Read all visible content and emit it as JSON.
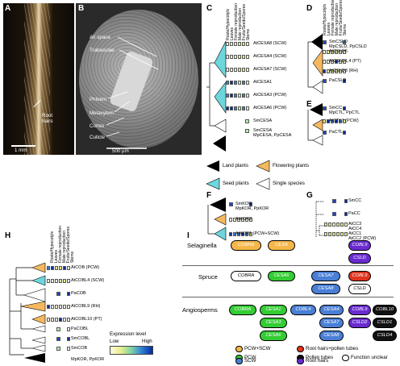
{
  "panels": {
    "a": "A",
    "b": "B",
    "c": "C",
    "d": "D",
    "e": "E",
    "f": "F",
    "g": "G",
    "h": "H",
    "i": "I"
  },
  "photo_a": {
    "root_hairs": "Root\nhairs",
    "scale": "1 mm"
  },
  "photo_b": {
    "air_space": "Air space",
    "trabeculae": "Trabeculae",
    "phloem": "Phloem",
    "metaxylem": "Metaxylem",
    "cortex": "Cortex",
    "cuticle": "Cuticle",
    "scale": "500 µm"
  },
  "tissue_columns": [
    "Roots/Hypocotyls",
    "Leaves",
    "Female reproduction",
    "Male reproduction",
    "Fruits/Seeds/Spores",
    "Stems"
  ],
  "panel_c_rows": [
    {
      "label": "AtCESA8 (SCW)",
      "cells": [
        0,
        0,
        0,
        1,
        1,
        0
      ]
    },
    {
      "label": "AtCESA4 (SCW)",
      "cells": [
        0,
        0,
        0,
        1,
        1,
        0
      ]
    },
    {
      "label": "AtCESA7 (SCW)",
      "cells": [
        0,
        0,
        0,
        1,
        1,
        0
      ]
    },
    {
      "label": "AtCESA1",
      "cells": [
        2,
        3,
        2,
        1,
        2,
        0
      ]
    },
    {
      "label": "AtCESA3 (PCW)",
      "cells": [
        2,
        3,
        2,
        1,
        2,
        0
      ]
    },
    {
      "label": "AtCESA6 (PCW)",
      "cells": [
        3,
        3,
        2,
        1,
        2,
        0
      ]
    },
    {
      "label": "SmCESA",
      "cells": [
        -1,
        -1,
        -1,
        -1,
        -1,
        0
      ]
    },
    {
      "label": "SmCESA\nMpCESA, PpCESA",
      "cells": [
        -1,
        -1,
        -1,
        -1,
        -1,
        1
      ]
    }
  ],
  "panel_d_rows": [
    {
      "label": "SmCSLD\nMpCSLD, PpCSLD",
      "cells": [
        -1,
        -1,
        -1,
        -1,
        -1,
        2
      ]
    },
    {
      "label": "AtCSLD5",
      "cells": [
        0,
        1,
        1,
        1,
        0,
        0
      ]
    },
    {
      "label": "AtCSLD1,4 (PT)",
      "cells": [
        0,
        0,
        0,
        3,
        0,
        0
      ]
    },
    {
      "label": "AtCSLD3 (RH)",
      "cells": [
        3,
        1,
        1,
        1,
        0,
        0
      ]
    },
    {
      "label": "PaCSLD",
      "cells": [
        -1,
        -1,
        -1,
        -1,
        -1,
        3
      ]
    }
  ],
  "panel_e_rows": [
    {
      "label": "SmCC\nMpCTL, PpCTL",
      "cells": [
        -1,
        -1,
        -1,
        -1,
        -1,
        3
      ]
    },
    {
      "label": "AtCTL1 (PCW)",
      "cells": [
        1,
        3,
        2,
        3,
        2,
        1
      ]
    },
    {
      "label": "PaCTL",
      "cells": [
        -1,
        -1,
        -1,
        -1,
        -1,
        3
      ]
    }
  ],
  "panel_f_rows": [
    {
      "label": "SmKOR\nMpKOR, PpKOR",
      "cells": [
        -1,
        -1,
        -1,
        -1,
        -1,
        3
      ]
    },
    {
      "label": "AtKOR2",
      "cells": [
        0,
        0,
        0,
        0,
        0,
        0
      ]
    },
    {
      "label": "AtKOR1 (PCW+SCW)",
      "cells": [
        3,
        2,
        2,
        3,
        2,
        1
      ]
    }
  ],
  "panel_g_rows": [
    {
      "label": "SmCC",
      "cells": [
        -1,
        -1,
        -1,
        -1,
        -1,
        3
      ]
    },
    {
      "label": "PaCC",
      "cells": [
        -1,
        -1,
        -1,
        -1,
        -1,
        3
      ]
    },
    {
      "label": "AtCC3\nAtCC4",
      "cells": [
        1,
        1,
        0,
        1,
        1,
        0
      ]
    },
    {
      "label": "AtCC1\nAtCC2 (PCW)",
      "cells": [
        1,
        1,
        1,
        1,
        1,
        1
      ]
    }
  ],
  "panel_h_rows": [
    {
      "label": "AtCOB (PCW)",
      "cells": [
        2,
        3,
        1,
        1,
        3,
        0
      ]
    },
    {
      "label": "AtCOBL4 (SCW)",
      "cells": [
        0,
        0,
        0,
        1,
        1,
        0
      ]
    },
    {
      "label": "PaCOB",
      "cells": [
        -1,
        -1,
        -1,
        -1,
        -1,
        3
      ]
    },
    {
      "label": "AtCOBL9 (RH)",
      "cells": [
        3,
        0,
        0,
        0,
        0,
        0
      ]
    },
    {
      "label": "AtCOBL10 (PT)",
      "cells": [
        0,
        0,
        0,
        3,
        0,
        0
      ]
    },
    {
      "label": "PaCOBL",
      "cells": [
        -1,
        -1,
        -1,
        -1,
        -1,
        0
      ]
    },
    {
      "label": "SmCOBL",
      "cells": [
        -1,
        -1,
        -1,
        -1,
        -1,
        3
      ]
    },
    {
      "label": "SmCOB",
      "cells": [
        -1,
        -1,
        -1,
        -1,
        -1,
        0
      ]
    },
    {
      "label": "MpKOR, PpKOR",
      "cells": [
        -1,
        -1,
        -1,
        -1,
        -1,
        -1
      ]
    }
  ],
  "legend_clades": {
    "land": "Land plants",
    "flowering": "Flowering plants",
    "seed": "Seed plants",
    "single": "Single species"
  },
  "expression": {
    "title": "Expression level",
    "low": "Low",
    "high": "High"
  },
  "colors": {
    "land": "#000000",
    "flowering": "#f4b860",
    "seed": "#6dd6dd",
    "pcw_scw": "#f5b74a",
    "pcw": "#33cc33",
    "scw": "#4a7fd6",
    "rh_pt": "#e0331e",
    "pt": "#111111",
    "rh": "#6a2bd0",
    "unclear": "#ffffff"
  },
  "panel_i": {
    "species": [
      "Selaginella",
      "Spruce",
      "Angiosperms"
    ],
    "selaginella": [
      "COBRA",
      "CESA",
      "COBL9",
      "CSLD"
    ],
    "spruce": [
      "COBRA",
      "CESA6",
      "CESA7",
      "CESA8",
      "COBL9",
      "CSLD"
    ],
    "angio_col1": [
      "COBRA"
    ],
    "angio_col2": [
      "CESA1",
      "CESA3",
      "CESA6"
    ],
    "angio_col3": [
      "COBL4"
    ],
    "angio_col4": [
      "CESA4",
      "CESA7",
      "CESA8"
    ],
    "angio_col5": [
      "COBL9",
      "CSLD2"
    ],
    "angio_col6": [
      "COBL10",
      "CSLD1",
      "CSLD4"
    ]
  },
  "function_legend": {
    "pcw_scw": "PCW+SCW",
    "pcw": "PCW",
    "scw": "SCW",
    "rh_pt": "Root hairs+pollen tubes",
    "pt": "Pollen tubes",
    "rh": "Root hairs",
    "unclear": "Function unclear"
  }
}
